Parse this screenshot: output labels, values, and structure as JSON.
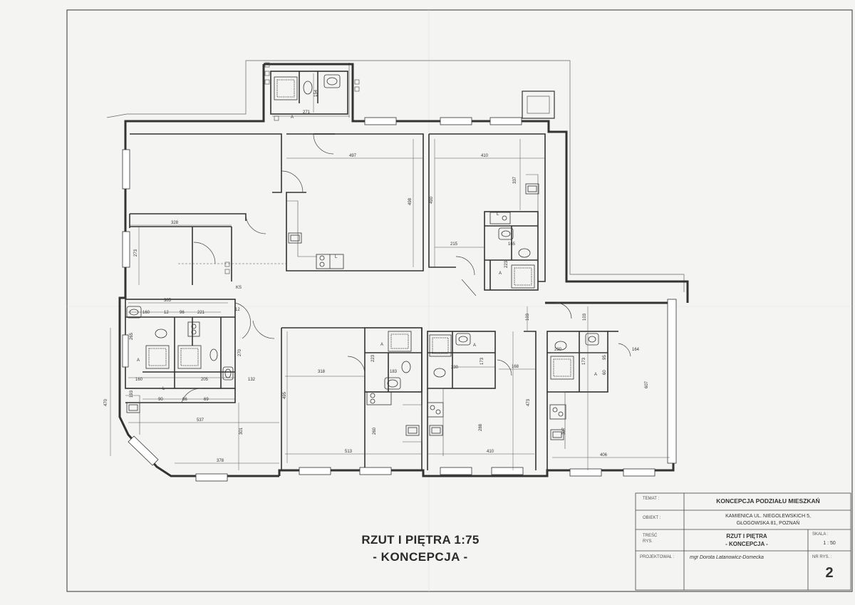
{
  "drawing": {
    "title_line1": "RZUT I PIĘTRA 1:75",
    "title_line2": "- KONCEPCJA -"
  },
  "title_block": {
    "temat_label": "TEMAT :",
    "temat_value": "KONCEPCJA PODZIAŁU MIESZKAŃ",
    "obiekt_label": "OBIEKT :",
    "obiekt_value_1": "KAMIENICA  UL. NIEGOLEWSKICH 5,",
    "obiekt_value_2": "GŁOGOWSKA 81, POZNAŃ",
    "tresc_label_1": "TREŚĆ",
    "tresc_label_2": "RYS.",
    "tresc_value_1": "RZUT I PIĘTRA",
    "tresc_value_2": "- KONCEPCJA -",
    "skala_label": "SKALA :",
    "skala_value": "1 : 50",
    "projektowal_label": "PROJEKTOWAŁ :",
    "projektowal_value": "mgr Dorota Latanowicz-Domecka",
    "nr_rys_label": "NR RYS. :",
    "nr_rys_value": "2"
  },
  "dimensions": {
    "d271": "271",
    "d154": "154",
    "d497": "497",
    "d410a": "410",
    "d337": "337",
    "d490": "490",
    "d498": "498",
    "d328": "328",
    "d273": "273",
    "d215": "215",
    "d165": "165",
    "d223a": "223",
    "d305": "305",
    "d160a": "160",
    "d12a": "12",
    "d96": "96",
    "d221": "221",
    "d12b": "12",
    "d265": "265",
    "d270": "270",
    "d160b": "160",
    "d205": "205",
    "d132": "132",
    "d90": "90",
    "d86": "86",
    "d69": "69",
    "d193": "193",
    "d470": "470",
    "d537": "537",
    "d301": "301",
    "d378": "378",
    "d318": "318",
    "d495": "495",
    "d223b": "223",
    "d183": "183",
    "d260": "260",
    "d513": "513",
    "d230a": "230",
    "d173a": "173",
    "d168": "168",
    "d288": "288",
    "d410b": "410",
    "d473": "473",
    "d103a": "103",
    "d103b": "103",
    "d230b": "230",
    "d173b": "173",
    "d164": "164",
    "d307": "307",
    "d406": "406",
    "d607": "607",
    "d95": "95",
    "d60": "60",
    "dKS": "KS"
  },
  "fixture_labels": {
    "a": "A",
    "l": "L"
  }
}
